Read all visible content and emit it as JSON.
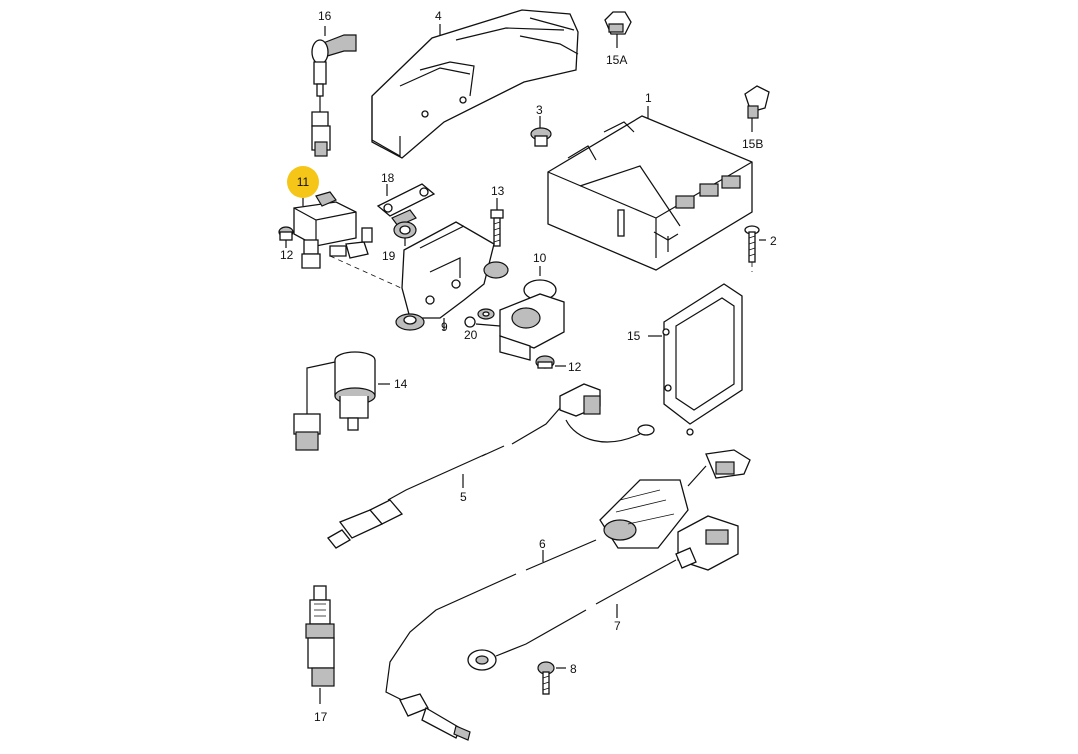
{
  "diagram": {
    "highlight_color": "#f5c518",
    "highlighted_label": "11",
    "callouts": {
      "c16": "16",
      "c4": "4",
      "c15a": "15A",
      "c3": "3",
      "c1": "1",
      "c15b": "15B",
      "c11": "11",
      "c18": "18",
      "c13": "13",
      "c12a": "12",
      "c19": "19",
      "c2": "2",
      "c10": "10",
      "c9": "9",
      "c20": "20",
      "c12b": "12",
      "c15": "15",
      "c14": "14",
      "c5": "5",
      "c6": "6",
      "c7": "7",
      "c8": "8",
      "c17": "17"
    }
  }
}
